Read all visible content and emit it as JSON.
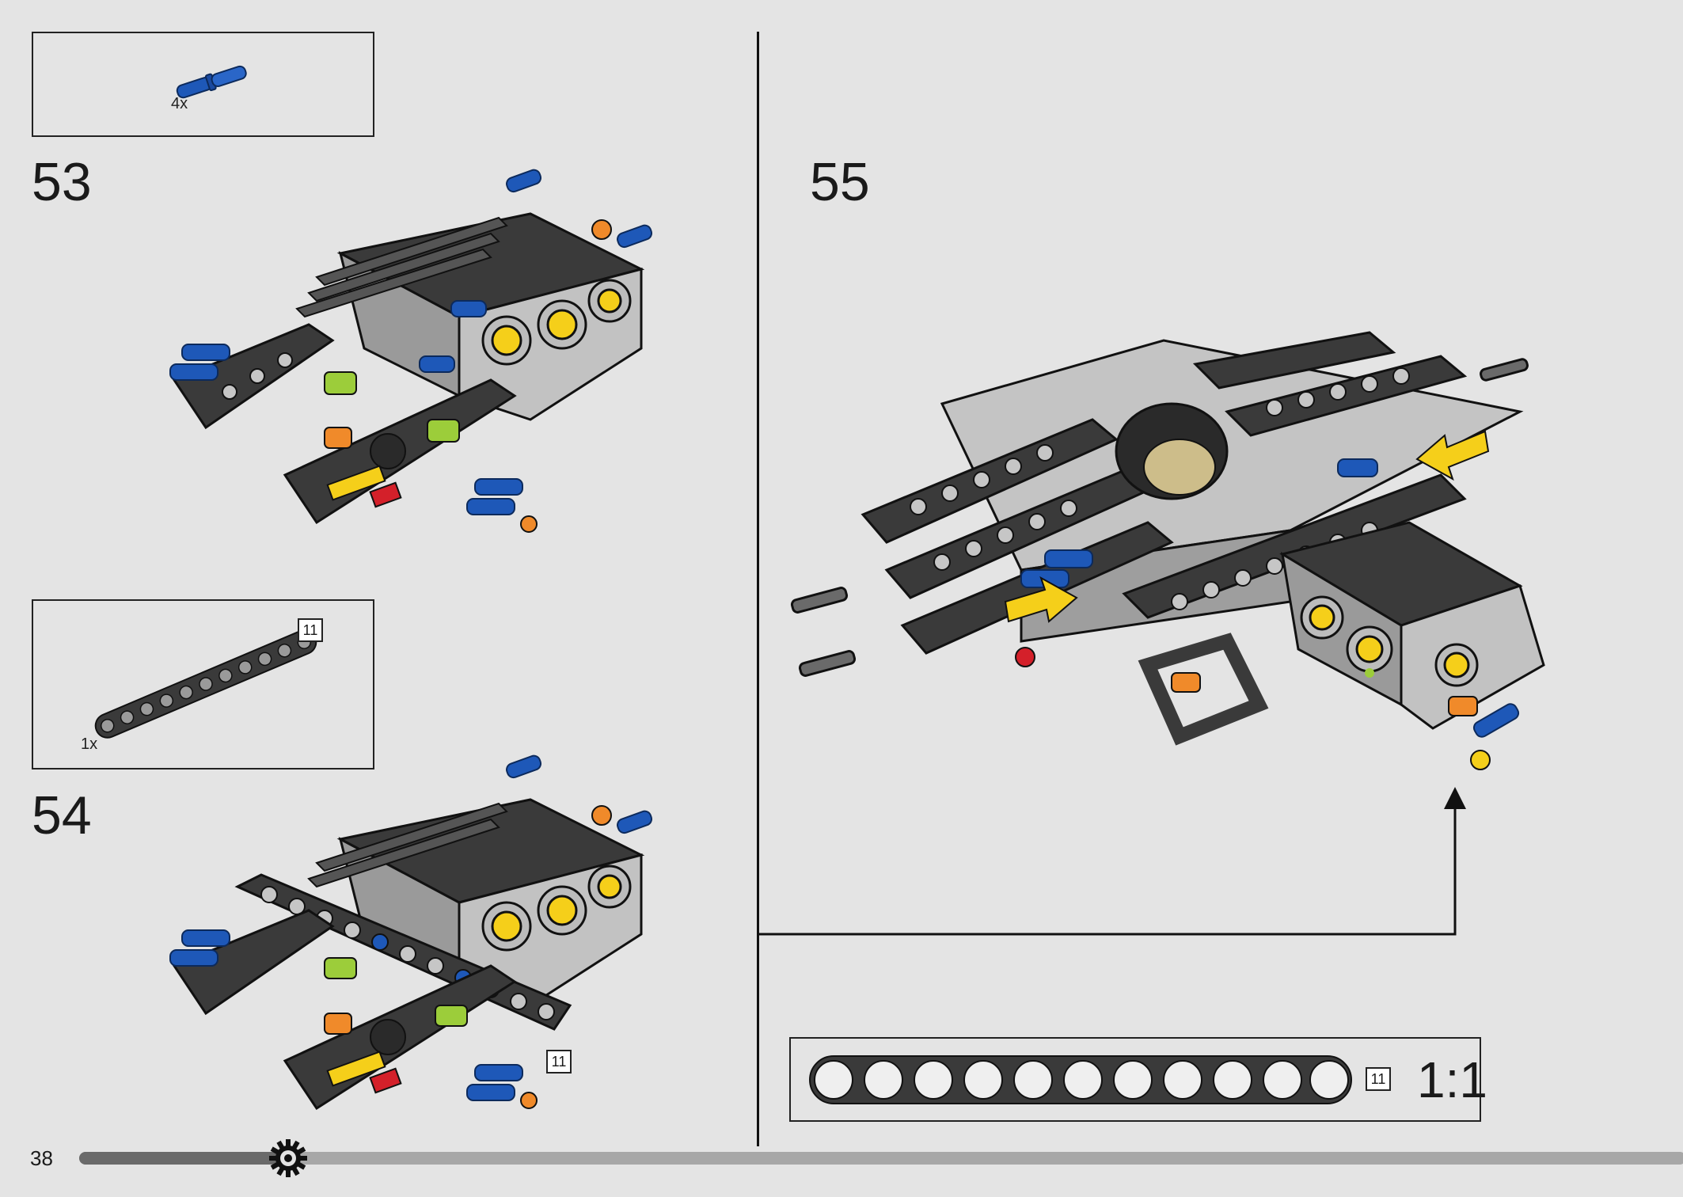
{
  "page": {
    "number": "38",
    "progress_fraction": 0.13
  },
  "callouts": [
    {
      "id": "parts-53",
      "quantity": "4x",
      "part": "blue-pin-icon"
    },
    {
      "id": "parts-54",
      "quantity": "1x",
      "part": "beam-11-icon",
      "length_label": "11"
    }
  ],
  "steps": [
    {
      "number": "53"
    },
    {
      "number": "54",
      "length_label": "11"
    },
    {
      "number": "55"
    }
  ],
  "scale_reference": {
    "length_label": "11",
    "ratio": "1:1"
  },
  "colors": {
    "background": "#e4e4e4",
    "dark_gray": "#3a3a3a",
    "light_gray": "#c6c6c6",
    "blue": "#1e58b8",
    "yellow": "#f5cf1a",
    "orange": "#f08a2a",
    "lime": "#9ccd3a",
    "red": "#d4202a"
  }
}
